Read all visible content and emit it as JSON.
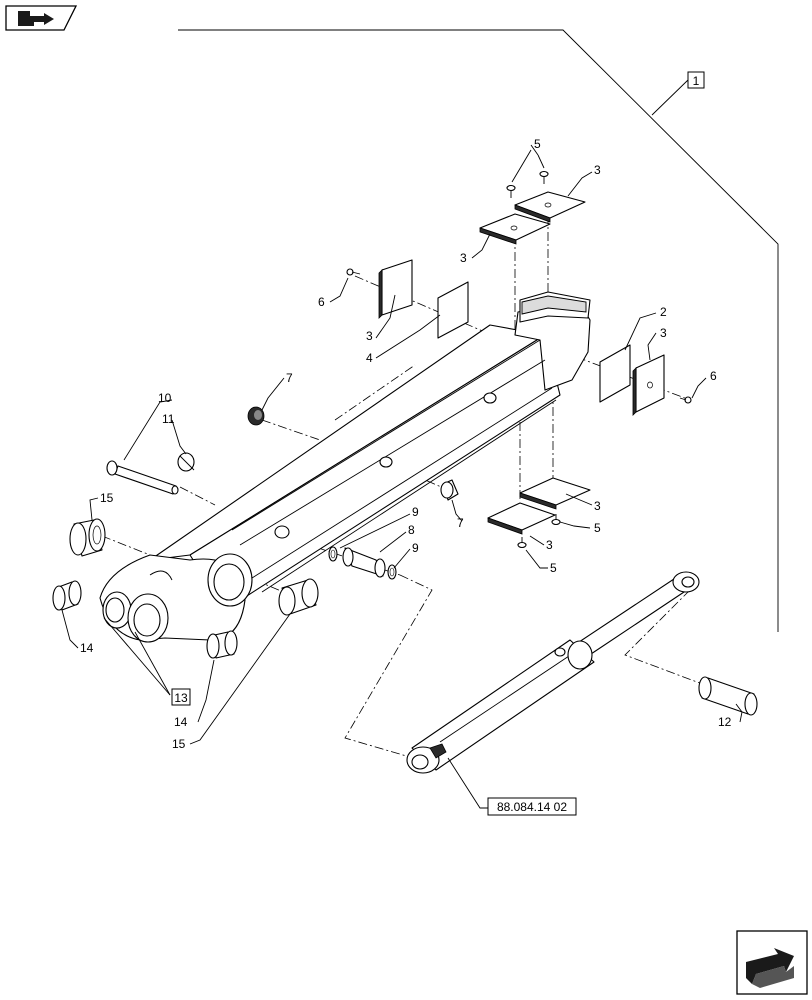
{
  "colors": {
    "ink": "#000000",
    "paper": "#ffffff",
    "accent_dark": "#1a1a1a"
  },
  "navigation": {
    "top_left_icon": "book-arrow-icon",
    "bottom_right_icon": "next-page-arrow-icon"
  },
  "references": {
    "assembly": "1",
    "arm": "13",
    "cylinder": "88.084.14 02"
  },
  "callouts": {
    "c2": "2",
    "c3a": "3",
    "c3b": "3",
    "c3c": "3",
    "c3d": "3",
    "c3e": "3",
    "c3f": "3",
    "c4": "4",
    "c5a": "5",
    "c5b": "5",
    "c5c": "5",
    "c6a": "6",
    "c6b": "6",
    "c7a": "7",
    "c7b": "7",
    "c8": "8",
    "c9a": "9",
    "c9b": "9",
    "c10": "10",
    "c11": "11",
    "c12": "12",
    "c14a": "14",
    "c14b": "14",
    "c15a": "15",
    "c15b": "15"
  }
}
